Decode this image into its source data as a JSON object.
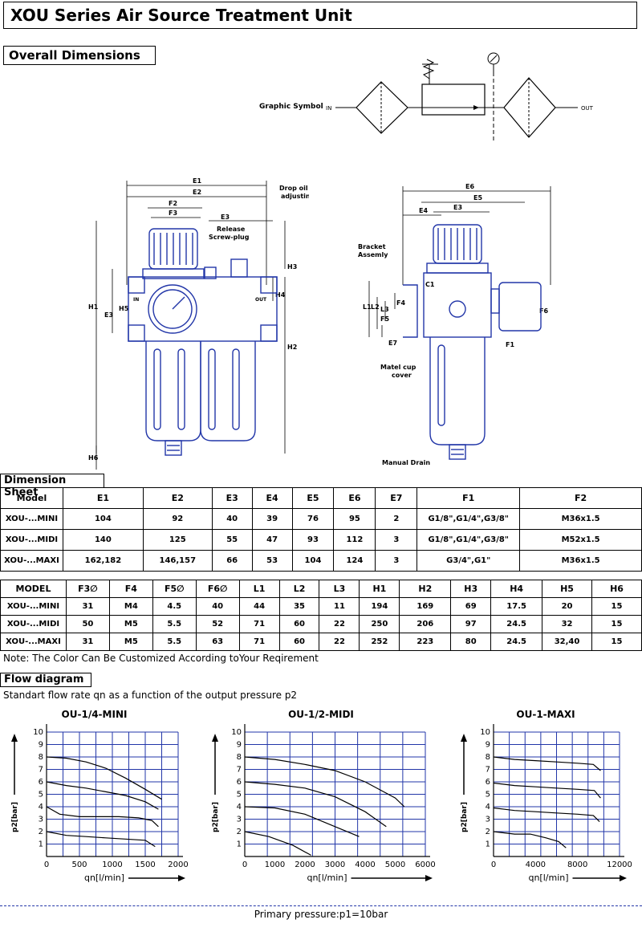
{
  "title": "XOU Series Air Source Treatment Unit",
  "overall_dimensions": {
    "heading": "Overall Dimensions",
    "graphic_symbol_label": "Graphic Symbol",
    "in_label": "IN",
    "out_label": "OUT"
  },
  "drawing_labels": {
    "left": [
      "E1",
      "E2",
      "F2",
      "F3",
      "E3",
      "Release",
      "Screw-plug",
      "H3",
      "H4",
      "H1",
      "H2",
      "E3",
      "H5",
      "H6",
      "IN",
      "OUT",
      "Drop oil -volume",
      "adjusting screw"
    ],
    "right": [
      "E6",
      "E5",
      "E4",
      "E3",
      "Bracket",
      "Assemly",
      "C1",
      "L1",
      "L2",
      "L3",
      "F4",
      "F5",
      "E7",
      "F1",
      "F6",
      "Matel cup",
      "cover",
      "Manual Drain"
    ]
  },
  "dimension_sheet": {
    "heading": "Dimension Sheet",
    "table1": {
      "headers": [
        "Model",
        "E1",
        "E2",
        "E3",
        "E4",
        "E5",
        "E6",
        "E7",
        "F1",
        "F2"
      ],
      "rows": [
        [
          "XOU-...MINI",
          "104",
          "92",
          "40",
          "39",
          "76",
          "95",
          "2",
          "G1/8\",G1/4\",G3/8\"",
          "M36x1.5"
        ],
        [
          "XOU-...MIDI",
          "140",
          "125",
          "55",
          "47",
          "93",
          "112",
          "3",
          "G1/8\",G1/4\",G3/8\"",
          "M52x1.5"
        ],
        [
          "XOU-...MAXI",
          "162,182",
          "146,157",
          "66",
          "53",
          "104",
          "124",
          "3",
          "G3/4\",G1\"",
          "M36x1.5"
        ]
      ]
    },
    "table2": {
      "headers": [
        "MODEL",
        "F3∅",
        "F4",
        "F5∅",
        "F6∅",
        "L1",
        "L2",
        "L3",
        "H1",
        "H2",
        "H3",
        "H4",
        "H5",
        "H6"
      ],
      "rows": [
        [
          "XOU-...MINI",
          "31",
          "M4",
          "4.5",
          "40",
          "44",
          "35",
          "11",
          "194",
          "169",
          "69",
          "17.5",
          "20",
          "15"
        ],
        [
          "XOU-...MIDI",
          "50",
          "M5",
          "5.5",
          "52",
          "71",
          "60",
          "22",
          "250",
          "206",
          "97",
          "24.5",
          "32",
          "15"
        ],
        [
          "XOU-...MAXI",
          "31",
          "M5",
          "5.5",
          "63",
          "71",
          "60",
          "22",
          "252",
          "223",
          "80",
          "24.5",
          "32,40",
          "15"
        ]
      ]
    },
    "note": "Note: The Color Can Be Customized According toYour Reqirement"
  },
  "flow": {
    "heading": "Flow diagram",
    "subtitle": "Standart flow rate qn as a function of the output pressure p2",
    "primary_pressure": "Primary pressure:p1=10bar"
  },
  "chart_data": [
    {
      "type": "line",
      "title": "OU-1/4-MINI",
      "xlabel": "qn[l/min]",
      "ylabel": "p2[bar]",
      "xlim": [
        0,
        2000
      ],
      "ylim": [
        0,
        10
      ],
      "xticks": [
        0,
        500,
        1000,
        1500,
        2000
      ],
      "yticks": [
        1,
        2,
        3,
        4,
        5,
        6,
        7,
        8,
        9,
        10
      ],
      "grid": true,
      "series": [
        {
          "x": [
            0,
            300,
            600,
            900,
            1200,
            1500,
            1750
          ],
          "y": [
            8,
            7.9,
            7.6,
            7.1,
            6.3,
            5.4,
            4.6
          ]
        },
        {
          "x": [
            0,
            300,
            600,
            900,
            1200,
            1500,
            1700
          ],
          "y": [
            6,
            5.7,
            5.5,
            5.2,
            4.9,
            4.4,
            3.8
          ]
        },
        {
          "x": [
            0,
            200,
            500,
            800,
            1100,
            1400,
            1600,
            1700
          ],
          "y": [
            4,
            3.4,
            3.2,
            3.2,
            3.2,
            3.1,
            2.9,
            2.4
          ]
        },
        {
          "x": [
            0,
            300,
            600,
            900,
            1200,
            1500,
            1650
          ],
          "y": [
            2,
            1.7,
            1.6,
            1.5,
            1.4,
            1.3,
            0.8
          ]
        }
      ]
    },
    {
      "type": "line",
      "title": "OU-1/2-MIDI",
      "xlabel": "qn[l/min]",
      "ylabel": "p2[bar]",
      "xlim": [
        0,
        6000
      ],
      "ylim": [
        0,
        10
      ],
      "xticks": [
        0,
        1000,
        2000,
        3000,
        4000,
        5000,
        6000
      ],
      "yticks": [
        1,
        2,
        3,
        4,
        5,
        6,
        7,
        8,
        9,
        10
      ],
      "grid": true,
      "series": [
        {
          "x": [
            0,
            1000,
            2000,
            3000,
            4000,
            5000,
            5300
          ],
          "y": [
            8,
            7.8,
            7.4,
            6.9,
            6.0,
            4.7,
            4.0
          ]
        },
        {
          "x": [
            0,
            1000,
            2000,
            3000,
            4000,
            4700
          ],
          "y": [
            6,
            5.8,
            5.5,
            4.8,
            3.6,
            2.4
          ]
        },
        {
          "x": [
            0,
            1000,
            2000,
            3000,
            3800
          ],
          "y": [
            4,
            3.9,
            3.4,
            2.4,
            1.6
          ]
        },
        {
          "x": [
            0,
            800,
            1600,
            2200
          ],
          "y": [
            2,
            1.6,
            0.9,
            0.1
          ]
        }
      ]
    },
    {
      "type": "line",
      "title": "OU-1-MAXI",
      "xlabel": "qn[l/min]",
      "ylabel": "p2[bar]",
      "xlim": [
        0,
        12000
      ],
      "ylim": [
        0,
        10
      ],
      "xticks": [
        0,
        4000,
        8000,
        12000
      ],
      "yticks": [
        1,
        2,
        3,
        4,
        5,
        6,
        7,
        8,
        9,
        10
      ],
      "grid": true,
      "series": [
        {
          "x": [
            0,
            2000,
            4000,
            6000,
            8000,
            9500,
            10200
          ],
          "y": [
            8,
            7.8,
            7.7,
            7.6,
            7.5,
            7.4,
            6.9
          ]
        },
        {
          "x": [
            0,
            2000,
            4000,
            6000,
            8000,
            9600,
            10200
          ],
          "y": [
            5.9,
            5.7,
            5.6,
            5.5,
            5.4,
            5.3,
            4.7
          ]
        },
        {
          "x": [
            0,
            2000,
            4000,
            6000,
            8000,
            9500,
            10100
          ],
          "y": [
            3.9,
            3.7,
            3.6,
            3.5,
            3.4,
            3.3,
            2.8
          ]
        },
        {
          "x": [
            0,
            2000,
            3500,
            5000,
            6200,
            6900
          ],
          "y": [
            2,
            1.8,
            1.8,
            1.5,
            1.2,
            0.7
          ]
        }
      ]
    }
  ]
}
